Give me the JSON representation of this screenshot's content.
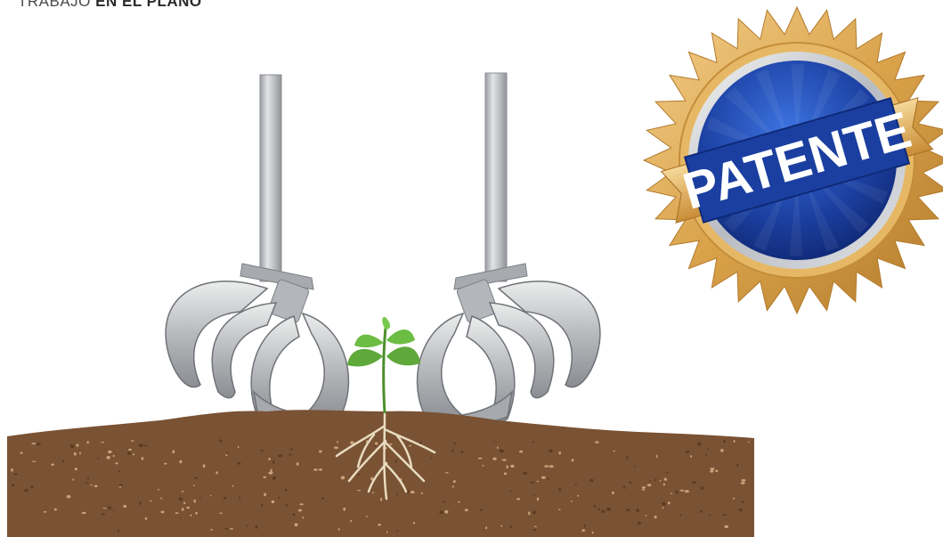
{
  "caption": {
    "prefix": "TRABAJO",
    "emphasis": "EN EL PLANO"
  },
  "badge": {
    "label": "PATENTE",
    "icon": "gold-seal-badge-icon"
  },
  "illustration": {
    "left_tool_icon": "rotary-finger-weeder-icon",
    "right_tool_icon": "rotary-finger-weeder-icon",
    "plant_icon": "seedling-icon",
    "ground_icon": "soil-ground-icon"
  },
  "colors": {
    "soil": "#7a5234",
    "soil_speck": "#c9a27a",
    "steel_light": "#d4d6d9",
    "steel_dark": "#8e9196",
    "leaf": "#5fa83a",
    "root": "#e8dcc0",
    "badge_blue": "#1b3fa0",
    "badge_gold": "#d9a24a"
  }
}
